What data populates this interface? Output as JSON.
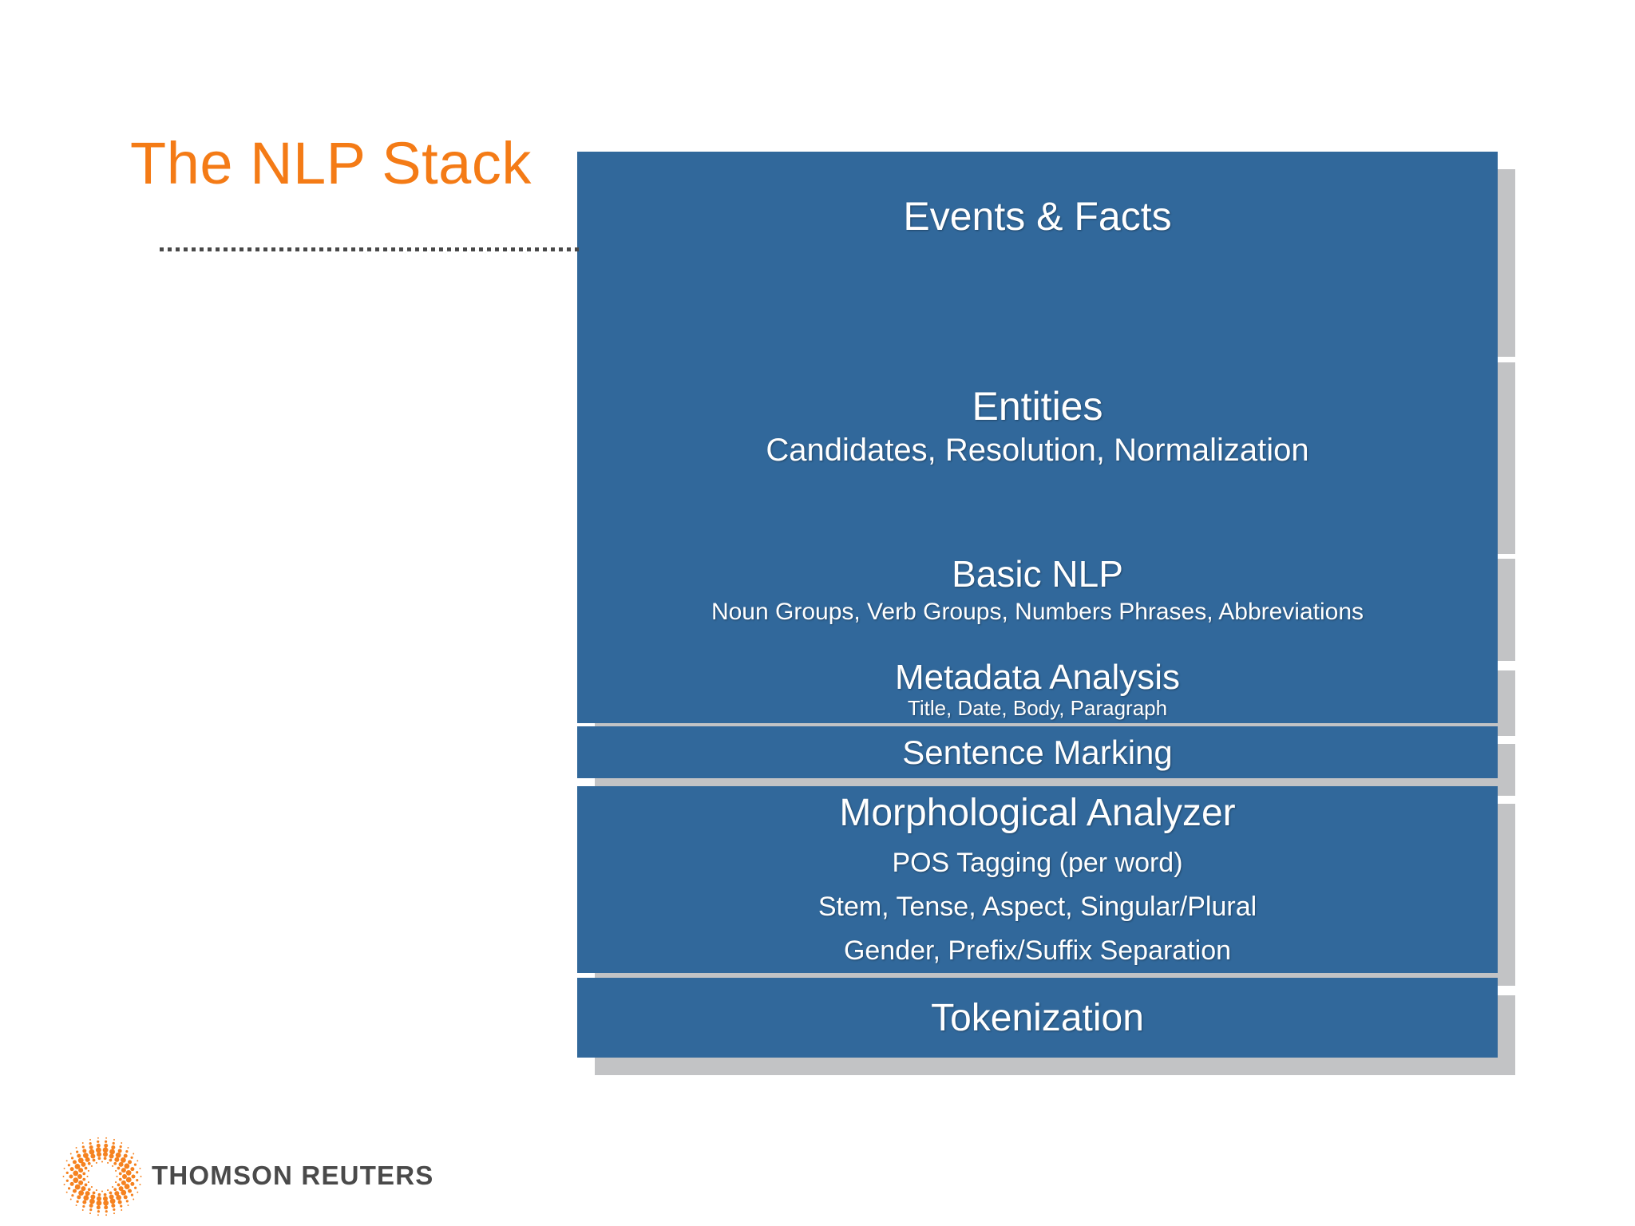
{
  "slide": {
    "title": "The NLP Stack",
    "title_color": "#F47B16",
    "layer_color": "#31689B",
    "shadow_color": "#C2C3C5",
    "background": "#FFFFFF"
  },
  "stack": {
    "layers": [
      {
        "id": "events",
        "heading": "Events & Facts",
        "subtitle": ""
      },
      {
        "id": "entities",
        "heading": "Entities",
        "subtitle": "Candidates, Resolution, Normalization"
      },
      {
        "id": "basic",
        "heading": "Basic NLP",
        "subtitle": "Noun Groups, Verb Groups, Numbers Phrases, Abbreviations"
      },
      {
        "id": "metadata",
        "heading": "Metadata Analysis",
        "subtitle": "Title, Date, Body, Paragraph"
      },
      {
        "id": "sentence",
        "heading": "Sentence Marking",
        "subtitle": ""
      },
      {
        "id": "morph",
        "heading": "Morphological Analyzer",
        "subtitle_lines": [
          "POS Tagging (per word)",
          "Stem, Tense, Aspect, Singular/Plural",
          "Gender, Prefix/Suffix Separation"
        ]
      },
      {
        "id": "token",
        "heading": "Tokenization",
        "subtitle": ""
      }
    ]
  },
  "logo": {
    "mark_name": "thomson-reuters-dot-mark",
    "wordmark": "THOMSON REUTERS",
    "mark_color": "#F58220",
    "wordmark_color": "#4A4A4A"
  }
}
